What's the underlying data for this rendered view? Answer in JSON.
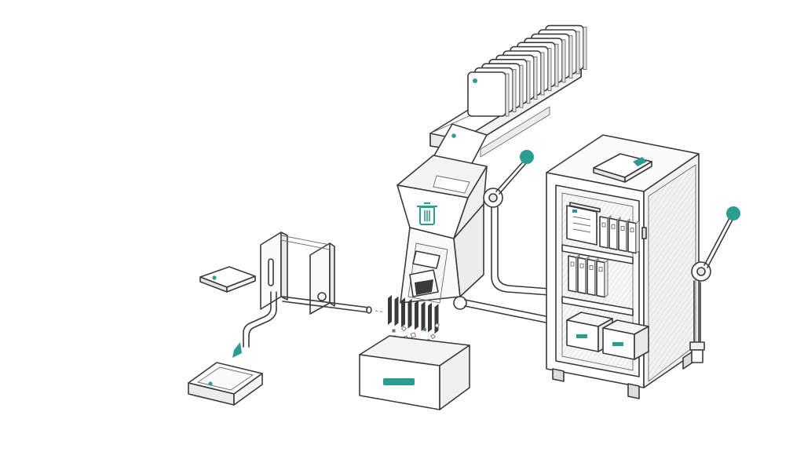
{
  "colors": {
    "accent": "#2a9d8f",
    "ink": "#3a3a3a",
    "paper": "#ffffff",
    "shade": "#eeeeee"
  },
  "icons": {
    "hopper": "trash-icon",
    "knob": "knob-icon",
    "document": "document-icon"
  },
  "scene": {
    "card_stack_count": 12,
    "shelf_binders_row1": 4,
    "shelf_binders_row2": 4,
    "shelf_boxes": 2,
    "shredder_blades": 8
  }
}
